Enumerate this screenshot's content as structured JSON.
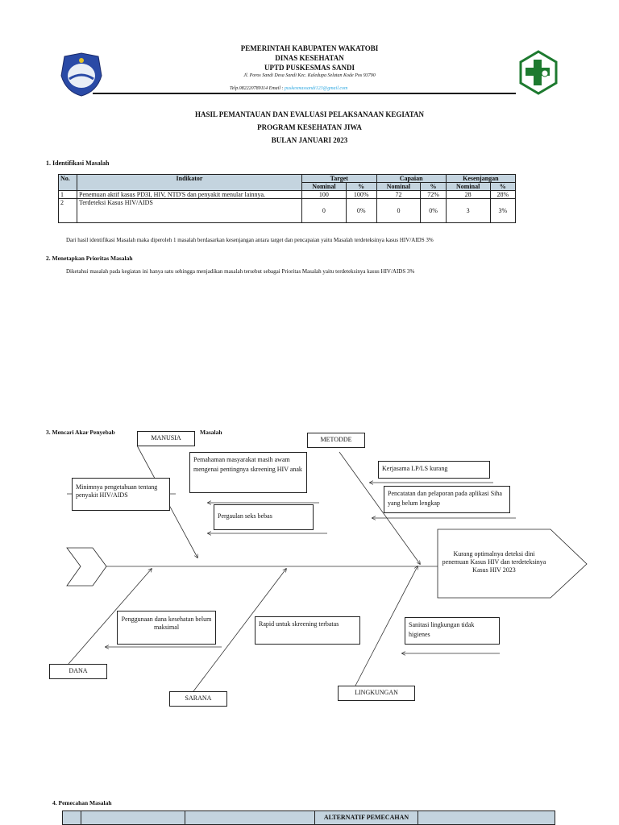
{
  "header": {
    "line1": "PEMERINTAH KABUPATEN WAKATOBI",
    "line2": "DINAS KESEHATAN",
    "line3": "UPTD PUSKESMAS SANDI",
    "address": "Jl. Poros Sandi Desa Sandi Kec. Kaledupa Selatan Kode Pos 93790",
    "phone": "Telp.082220789114 Email : ",
    "email": "puskesmassandi123@gmail.com",
    "left_logo": "wakatobi-regency-emblem",
    "right_logo": "puskesmas-logo",
    "accent": "#1d7a2f"
  },
  "title": {
    "line1": "HASIL PEMANTAUAN DAN EVALUASI PELAKSANAAN KEGIATAN",
    "line2": "PROGRAM KESEHATAN JIWA",
    "line3": "BULAN JANUARI 2023"
  },
  "section1": {
    "heading": "1.   Identifikasi Masalah",
    "table": {
      "headers": {
        "no": "No.",
        "indikator": "Indikator",
        "target": "Target",
        "capaian": "Capaian",
        "kesenjangan": "Kesenjangan",
        "nominal": "Nominal",
        "pct": "%"
      },
      "rows": [
        {
          "no": "1",
          "indikator": "Penemuan aktif kasus PD3I, HIV, NTD'S dan penyakit menular lainnya.",
          "t_nom": "100",
          "t_pct": "100%",
          "c_nom": "72",
          "c_pct": "72%",
          "k_nom": "28",
          "k_pct": "28%"
        },
        {
          "no": "2",
          "indikator": "Terdeteksi Kasus HIV/AIDS",
          "t_nom": "0",
          "t_pct": "0%",
          "c_nom": "0",
          "c_pct": "0%",
          "k_nom": "3",
          "k_pct": "3%"
        }
      ]
    },
    "paragraph": "Dari hasil identifikasi Masalah maka diperoleh 1 masalah berdasarkan kesenjangan antara target dan pencapaian yaitu Masalah terdeteksinya kasus HIV/AIDS 3%"
  },
  "section2": {
    "heading": "2.   Menetapkan Prioritas Masalah",
    "paragraph": "Diketahui masalah pada kegiatan ini hanya satu sehingga menjadikan masalah tersebut sebagai Prioritas Masalah yaitu terdeteksinya kasus HIV/AIDS 3%"
  },
  "section3": {
    "heading": "3.   Mencari Akar Penyebab",
    "heading_tail": "Masalah",
    "categories": {
      "manusia": "MANUSIA",
      "metode": "METODDE",
      "dana": "DANA",
      "sarana": "SARANA",
      "lingkungan": "LINGKUNGAN"
    },
    "causes": {
      "pemahaman": "Pemahaman masyarakat masih awam mengenai pentingnya  skreening HIV anak",
      "pergaulan": "Pergaulan seks bebas",
      "minimnya": "Minimnya pengetahuan tentang penyakit HIV/AIDS",
      "kerjasama": "Kerjasama LP/LS kurang",
      "pencatatan": "Pencatatan dan pelaporan pada aplikasi Siha yang belum lengkap",
      "penggunaan": "Penggunaan dana kesehatan belum maksimal",
      "rapid": "Rapid untuk skreening terbatas",
      "sanitasi": "Sanitasi lingkungan tidak higienes"
    },
    "effect": "Kurang optimalnya deteksi dini penemuan Kasus HIV dan terdeteksinya Kasus HIV 2023"
  },
  "section4": {
    "heading": "4.   Pemecahan Masalah",
    "table_header": "ALTERNATIF PEMECAHAN"
  }
}
